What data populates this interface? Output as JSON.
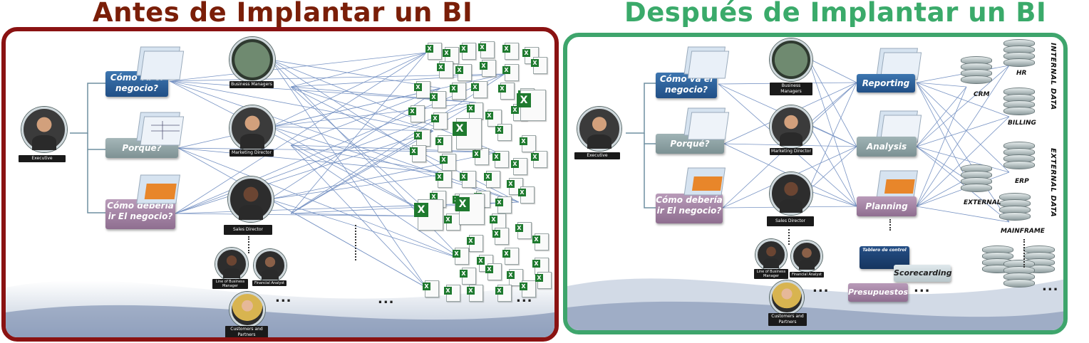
{
  "titles": {
    "before": "Antes de Implantar un BI",
    "after": "Después de Implantar un BI"
  },
  "before": {
    "executive": "Executive",
    "questions": [
      "Cómo va el negocio?",
      "Porqué?",
      "Cómo debería ir El negocio?"
    ],
    "roles": {
      "business_managers": "Business Managers",
      "marketing_director": "Marketing Director",
      "sales_director": "Sales Director",
      "line_manager": "Line of Business Manager",
      "financial_analyst": "Financial Analyst",
      "customers": "Customers and Partners"
    },
    "ellipsis": "..."
  },
  "after": {
    "executive": "Executive",
    "questions": [
      "Cómo va el negocio?",
      "Porqué?",
      "Cómo debería ir El negocio?"
    ],
    "roles": {
      "business_managers": "Business Managers",
      "marketing_director": "Marketing Director",
      "sales_director": "Sales Director",
      "line_manager": "Line of Business Manager",
      "financial_analyst": "Financial Analyst",
      "customers": "Customers and Partners"
    },
    "tools": [
      "Reporting",
      "Analysis",
      "Planning",
      "Scorecarding",
      "Presupuestos",
      "Tablero de control"
    ],
    "databases": [
      "HR",
      "CRM",
      "BILLING",
      "ERP",
      "EXTERNAL",
      "MAINFRAME"
    ],
    "side_labels": [
      "INTERNAL DATA",
      "EXTERNAL DATA"
    ],
    "ellipsis": "..."
  },
  "colors": {
    "before_border": "#8a1212",
    "after_border": "#3ea56c",
    "before_title": "#7a1e08",
    "after_title": "#3aaa6a"
  }
}
